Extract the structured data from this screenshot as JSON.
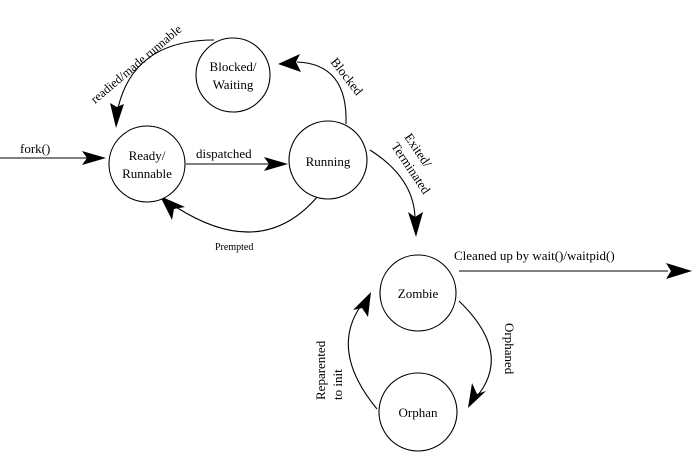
{
  "states": {
    "blocked": [
      "Blocked/",
      "Waiting"
    ],
    "ready": [
      "Ready/",
      "Runnable"
    ],
    "running": [
      "Running"
    ],
    "zombie": [
      "Zombie"
    ],
    "orphan": [
      "Orphan"
    ]
  },
  "transitions": {
    "fork": "fork()",
    "dispatched": "dispatched",
    "prempted": "Prempted",
    "blocked": "Blocked",
    "readied": "readied/made runnable",
    "exited": [
      "Exited/",
      "Terminated"
    ],
    "cleaned": "Cleaned up by wait()/waitpid()",
    "orphaned": "Orphaned",
    "reparented": [
      "Reparented",
      "to init"
    ]
  }
}
